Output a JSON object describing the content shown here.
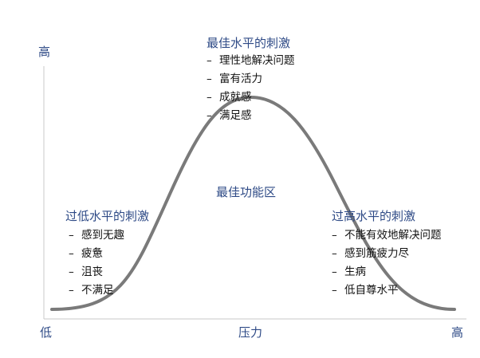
{
  "axes": {
    "y_high": "高",
    "x_low": "低",
    "x_title": "压力",
    "x_high": "高"
  },
  "optimal": {
    "title": "最佳水平的刺激",
    "items": [
      "理性地解决问题",
      "富有活力",
      "成就感",
      "满足感"
    ]
  },
  "center_label": "最佳功能区",
  "low": {
    "title": "过低水平的刺激",
    "items": [
      "感到无趣",
      "疲惫",
      "沮丧",
      "不满足"
    ]
  },
  "high": {
    "title": "过高水平的刺激",
    "items": [
      "不能有效地解决问题",
      "感到筋疲力尽",
      "生病",
      "低自尊水平"
    ]
  },
  "bullet_marker": "–",
  "colors": {
    "curve": "#7a7a7a",
    "axis": "#c8c8c8",
    "heading": "#2e4a86",
    "text": "#111111"
  }
}
